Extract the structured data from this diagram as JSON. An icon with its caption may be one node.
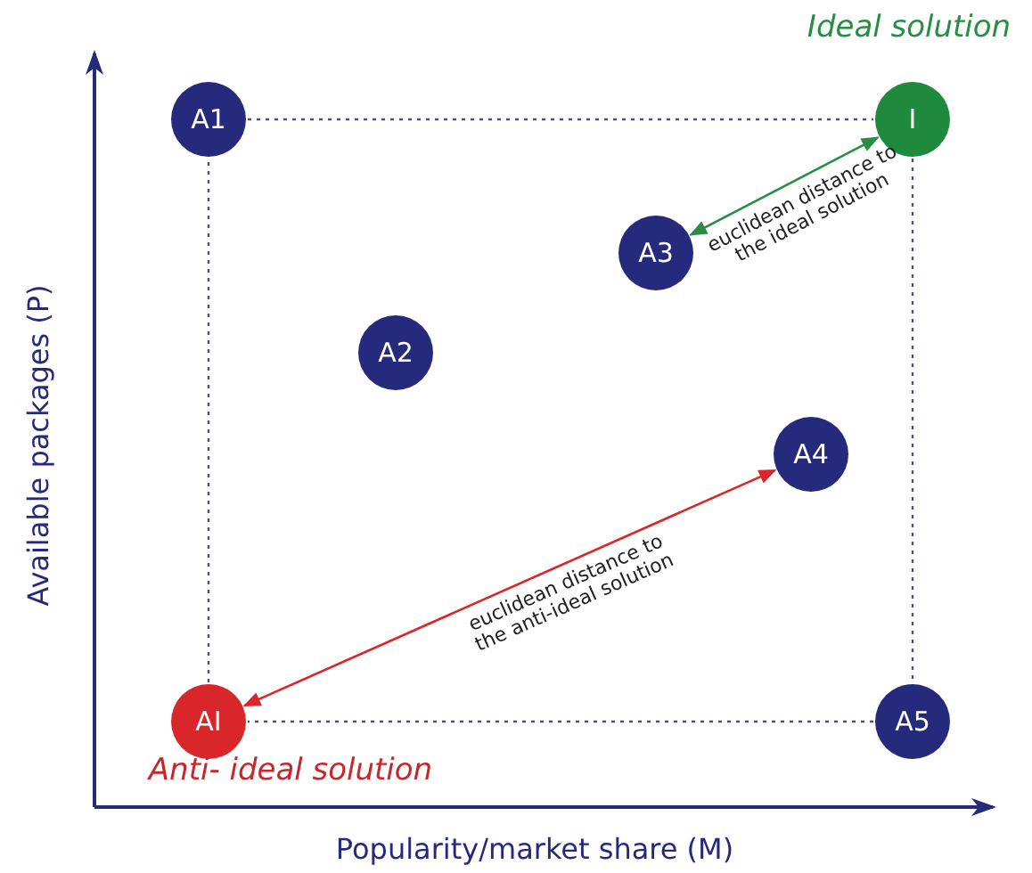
{
  "diagram": {
    "nodes": [
      {
        "text": [
          "A1"
        ]
      },
      {
        "text": [
          "I"
        ],
        "beside": [
          "Ideal solution"
        ]
      },
      {
        "text": [
          "A3"
        ]
      },
      {
        "text": [
          "A2"
        ]
      },
      {
        "text": [
          "A4"
        ]
      },
      {
        "text": [
          "AI"
        ],
        "beside": [
          "Anti- ideal solution"
        ]
      },
      {
        "text": [
          "A5"
        ]
      }
    ],
    "edges": [
      {
        "from": 1,
        "to": 2,
        "arrow": "both",
        "color": "#2a8c45",
        "label": "euclidean distance to the ideal solution"
      },
      {
        "from": 5,
        "to": 4,
        "arrow": "both",
        "color": "#d9262b",
        "label": "euclidean distance to the anti-ideal solution"
      },
      {
        "from": 0,
        "to": 1,
        "arrow": "none",
        "style": "dashed"
      },
      {
        "from": 1,
        "to": 6,
        "arrow": "none",
        "style": "dashed"
      },
      {
        "from": 6,
        "to": 5,
        "arrow": "none",
        "style": "dashed"
      },
      {
        "from": 5,
        "to": 0,
        "arrow": "none",
        "style": "dashed"
      }
    ],
    "labels": [
      "Available packages (P)",
      "Popularity/market share (M)"
    ]
  }
}
